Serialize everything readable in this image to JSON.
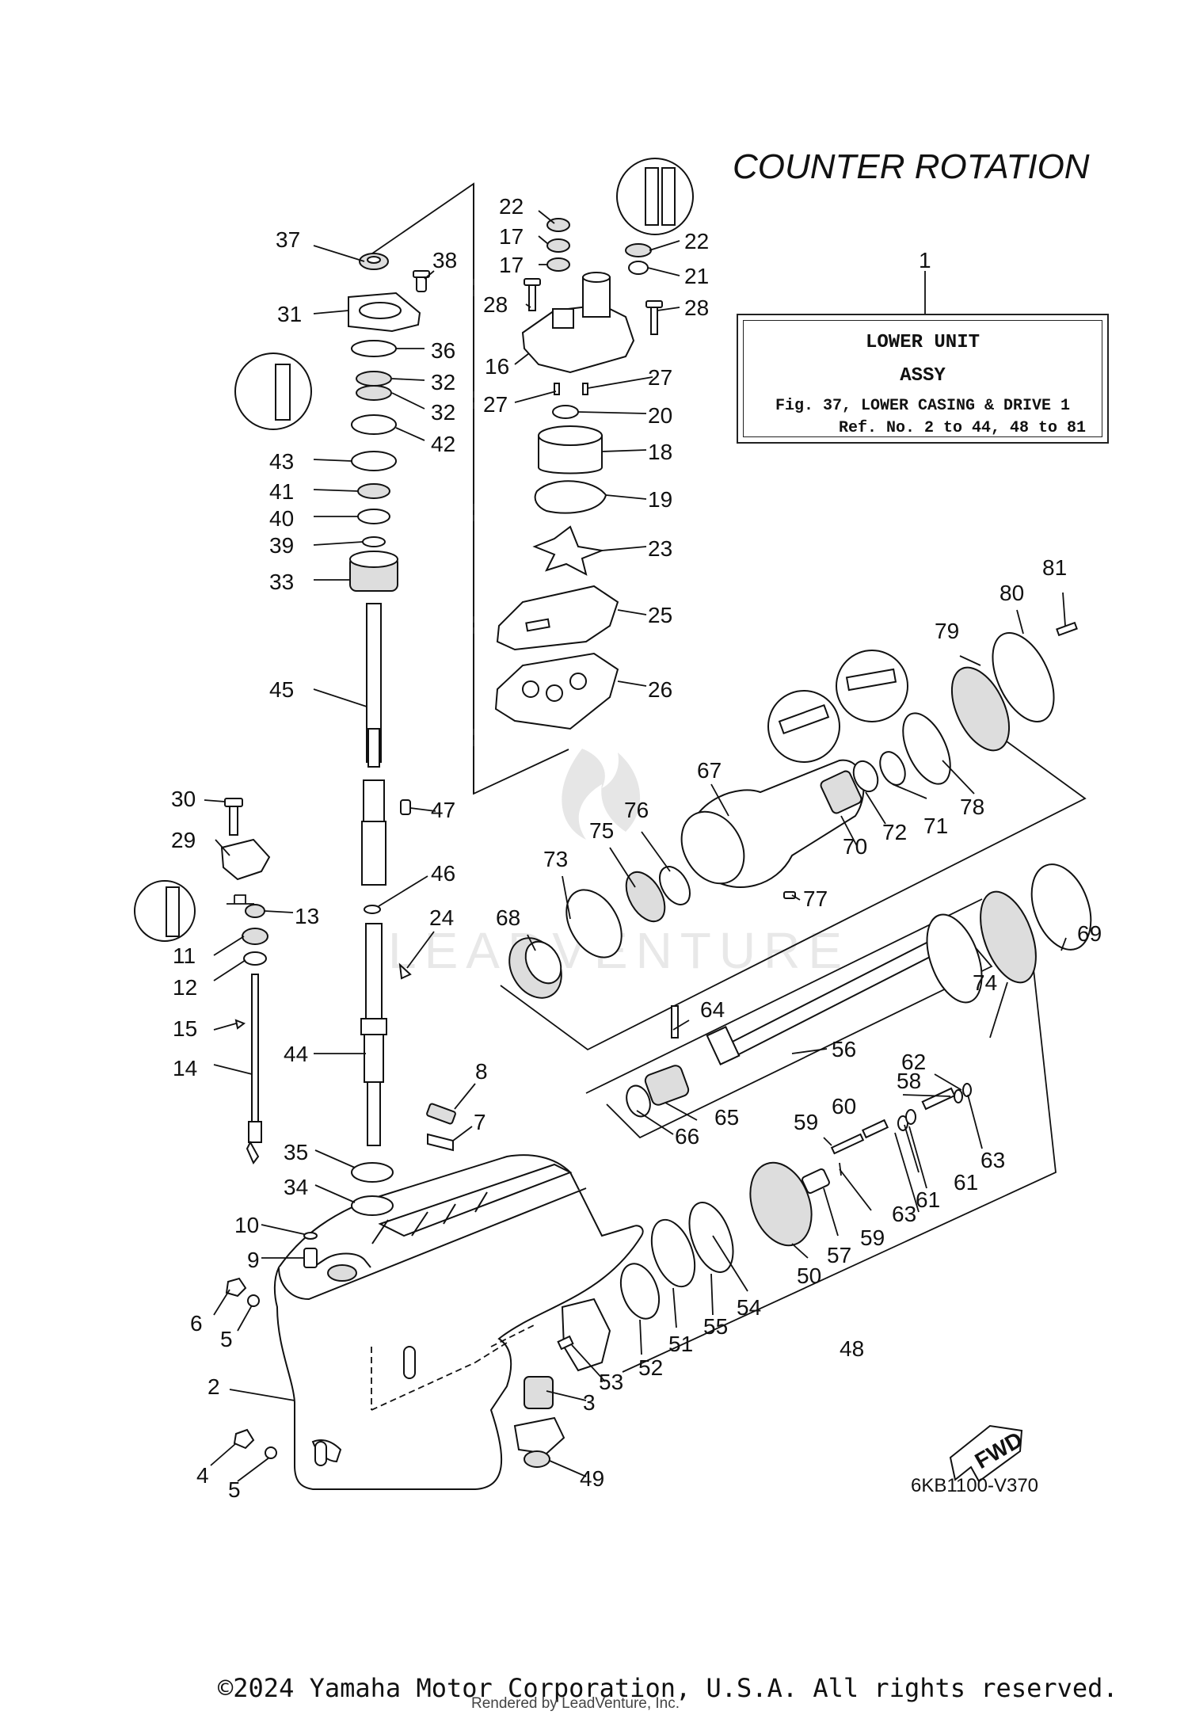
{
  "title": "COUNTER ROTATION",
  "ref_box": {
    "line1": "LOWER UNIT",
    "line2": "ASSY",
    "line3": "Fig. 37, LOWER CASING & DRIVE 1",
    "line4": "Ref. No. 2 to 44, 48 to 81"
  },
  "diagram_code": "6KB1100-V370",
  "copyright": "©2024 Yamaha Motor Corporation, U.S.A. All rights reserved.",
  "rendered_by": "Rendered by LeadVenture, Inc.",
  "fwd_label": "FWD",
  "watermark": "LEADVENTURE",
  "callouts": [
    {
      "id": "c1",
      "text": "1"
    },
    {
      "id": "c2",
      "text": "2"
    },
    {
      "id": "c3",
      "text": "3"
    },
    {
      "id": "c4",
      "text": "4"
    },
    {
      "id": "c5a",
      "text": "5"
    },
    {
      "id": "c5b",
      "text": "5"
    },
    {
      "id": "c6",
      "text": "6"
    },
    {
      "id": "c7",
      "text": "7"
    },
    {
      "id": "c8",
      "text": "8"
    },
    {
      "id": "c9",
      "text": "9"
    },
    {
      "id": "c10",
      "text": "10"
    },
    {
      "id": "c11",
      "text": "11"
    },
    {
      "id": "c12",
      "text": "12"
    },
    {
      "id": "c13",
      "text": "13"
    },
    {
      "id": "c14",
      "text": "14"
    },
    {
      "id": "c15",
      "text": "15"
    },
    {
      "id": "c16",
      "text": "16"
    },
    {
      "id": "c17a",
      "text": "17"
    },
    {
      "id": "c17b",
      "text": "17"
    },
    {
      "id": "c18",
      "text": "18"
    },
    {
      "id": "c19",
      "text": "19"
    },
    {
      "id": "c20",
      "text": "20"
    },
    {
      "id": "c21",
      "text": "21"
    },
    {
      "id": "c22a",
      "text": "22"
    },
    {
      "id": "c22b",
      "text": "22"
    },
    {
      "id": "c23",
      "text": "23"
    },
    {
      "id": "c24",
      "text": "24"
    },
    {
      "id": "c25",
      "text": "25"
    },
    {
      "id": "c26",
      "text": "26"
    },
    {
      "id": "c27a",
      "text": "27"
    },
    {
      "id": "c27b",
      "text": "27"
    },
    {
      "id": "c28a",
      "text": "28"
    },
    {
      "id": "c28b",
      "text": "28"
    },
    {
      "id": "c29",
      "text": "29"
    },
    {
      "id": "c30",
      "text": "30"
    },
    {
      "id": "c31",
      "text": "31"
    },
    {
      "id": "c32a",
      "text": "32"
    },
    {
      "id": "c32b",
      "text": "32"
    },
    {
      "id": "c33",
      "text": "33"
    },
    {
      "id": "c34",
      "text": "34"
    },
    {
      "id": "c35",
      "text": "35"
    },
    {
      "id": "c36",
      "text": "36"
    },
    {
      "id": "c37",
      "text": "37"
    },
    {
      "id": "c38",
      "text": "38"
    },
    {
      "id": "c39",
      "text": "39"
    },
    {
      "id": "c40",
      "text": "40"
    },
    {
      "id": "c41",
      "text": "41"
    },
    {
      "id": "c42",
      "text": "42"
    },
    {
      "id": "c43",
      "text": "43"
    },
    {
      "id": "c44",
      "text": "44"
    },
    {
      "id": "c45",
      "text": "45"
    },
    {
      "id": "c46",
      "text": "46"
    },
    {
      "id": "c47",
      "text": "47"
    },
    {
      "id": "c48",
      "text": "48"
    },
    {
      "id": "c49",
      "text": "49"
    },
    {
      "id": "c50",
      "text": "50"
    },
    {
      "id": "c51",
      "text": "51"
    },
    {
      "id": "c52",
      "text": "52"
    },
    {
      "id": "c53",
      "text": "53"
    },
    {
      "id": "c54",
      "text": "54"
    },
    {
      "id": "c55",
      "text": "55"
    },
    {
      "id": "c56",
      "text": "56"
    },
    {
      "id": "c57",
      "text": "57"
    },
    {
      "id": "c58",
      "text": "58"
    },
    {
      "id": "c59a",
      "text": "59"
    },
    {
      "id": "c59b",
      "text": "59"
    },
    {
      "id": "c60",
      "text": "60"
    },
    {
      "id": "c61a",
      "text": "61"
    },
    {
      "id": "c61b",
      "text": "61"
    },
    {
      "id": "c62",
      "text": "62"
    },
    {
      "id": "c63a",
      "text": "63"
    },
    {
      "id": "c63b",
      "text": "63"
    },
    {
      "id": "c64",
      "text": "64"
    },
    {
      "id": "c65",
      "text": "65"
    },
    {
      "id": "c66",
      "text": "66"
    },
    {
      "id": "c67",
      "text": "67"
    },
    {
      "id": "c68",
      "text": "68"
    },
    {
      "id": "c69",
      "text": "69"
    },
    {
      "id": "c70",
      "text": "70"
    },
    {
      "id": "c71",
      "text": "71"
    },
    {
      "id": "c72",
      "text": "72"
    },
    {
      "id": "c73",
      "text": "73"
    },
    {
      "id": "c74",
      "text": "74"
    },
    {
      "id": "c75",
      "text": "75"
    },
    {
      "id": "c76",
      "text": "76"
    },
    {
      "id": "c77",
      "text": "77"
    },
    {
      "id": "c78",
      "text": "78"
    },
    {
      "id": "c79",
      "text": "79"
    },
    {
      "id": "c80",
      "text": "80"
    },
    {
      "id": "c81",
      "text": "81"
    }
  ]
}
